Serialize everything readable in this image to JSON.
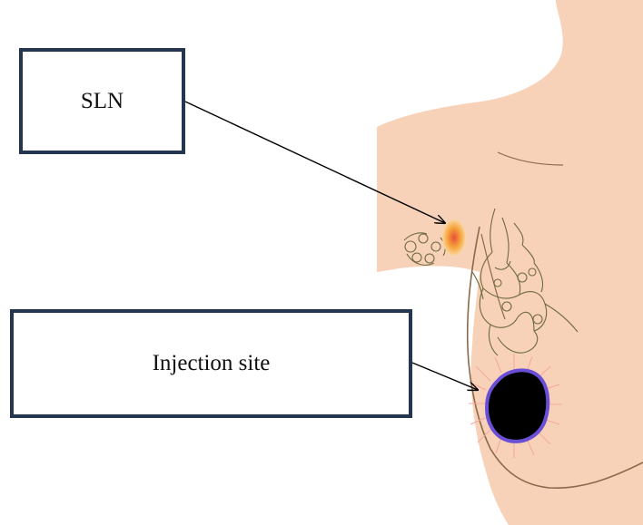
{
  "labels": {
    "sln": "SLN",
    "injection": "Injection site"
  },
  "colors": {
    "skin": "#f8d2b8",
    "skin_outline": "#8a6a4a",
    "lymph": "#6d6a3e",
    "sln_node": "#f6a33b",
    "injection_core": "#000000",
    "injection_ring": "#6a4fd6",
    "box_border": "#24364f",
    "arrow": "#000000"
  },
  "icons": {
    "sln": "sentinel-lymph-node",
    "injection": "tracer-injection-site"
  }
}
